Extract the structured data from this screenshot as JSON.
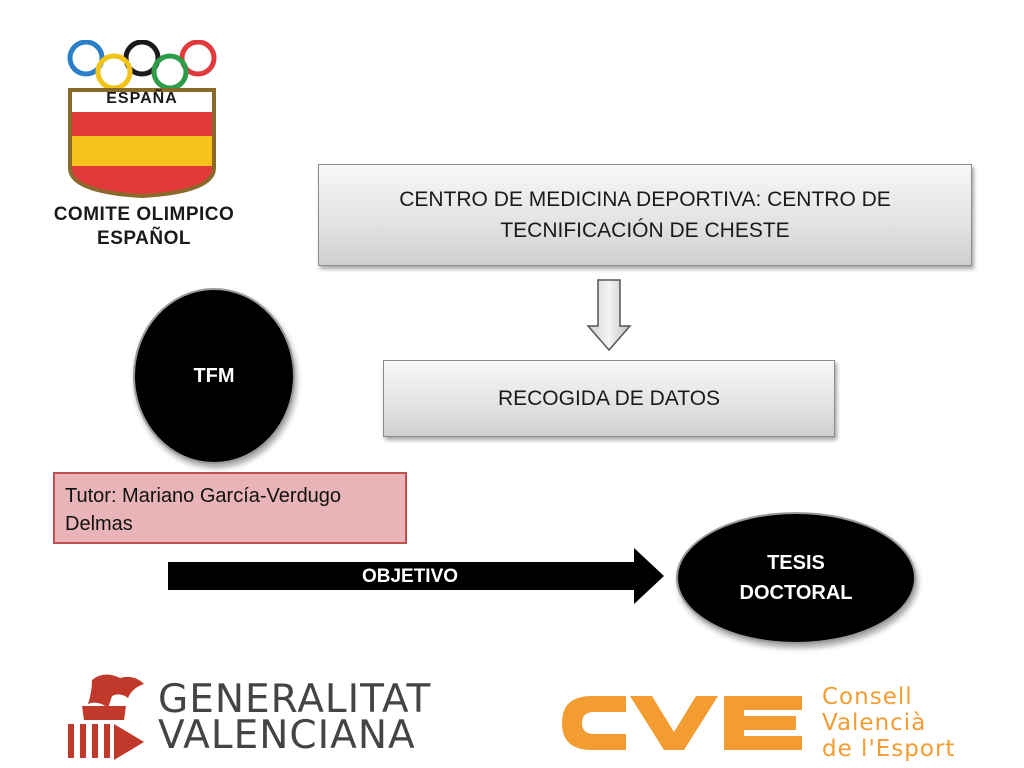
{
  "logos": {
    "coe": {
      "country": "ESPAÑA",
      "line1": "COMITE OLIMPICO",
      "line2": "ESPAÑOL",
      "ring_colors": [
        "#2a7fc6",
        "#f2c318",
        "#1a1a1a",
        "#2e9b48",
        "#e23a3a"
      ]
    },
    "generalitat": {
      "line1": "GENERALITAT",
      "line2": "VALENCIANA",
      "icon": "bat-crest-icon"
    },
    "cve": {
      "letters": "CVE",
      "line1": "Consell",
      "line2": "Valencià",
      "line3": "de l'Esport",
      "color": "#f39c32"
    }
  },
  "diagram": {
    "centro": "CENTRO DE MEDICINA DEPORTIVA: CENTRO DE TECNIFICACIÓN DE CHESTE",
    "recogida": "RECOGIDA DE DATOS",
    "tfm": "TFM",
    "tutor": "Tutor: Mariano García-Verdugo Delmas",
    "objetivo": "OBJETIVO",
    "tesis_line1": "TESIS",
    "tesis_line2": "DOCTORAL"
  },
  "colors": {
    "tutor_fill": "#e8b4b8",
    "tutor_border": "#c0504d",
    "ellipse_fill": "#000000",
    "box_gradient": [
      "#f7f7f7",
      "#cfcfcf"
    ]
  }
}
